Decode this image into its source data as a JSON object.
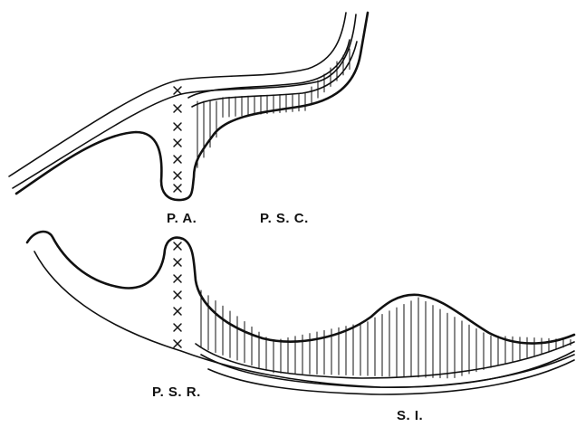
{
  "labels": {
    "upper_left": "P. A.",
    "upper_right": "P. S. C.",
    "lower_left": "P. S. R.",
    "lower_right": "S. I."
  },
  "colors": {
    "ink": "#111111",
    "background": "#ffffff"
  }
}
